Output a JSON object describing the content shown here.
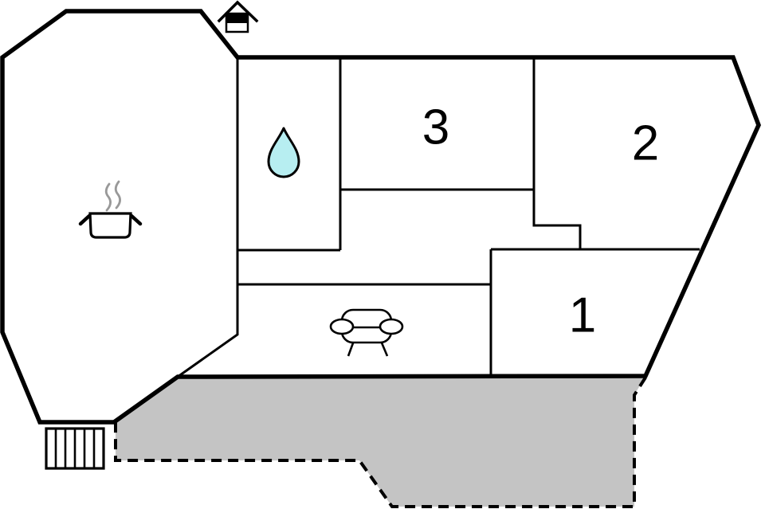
{
  "floorplan": {
    "title": "holiday-home-floor-plan",
    "rooms": {
      "bedroom_1": {
        "label": "1"
      },
      "bedroom_2": {
        "label": "2"
      },
      "bedroom_3": {
        "label": "3"
      },
      "kitchen": {
        "icon": "cooking-pot-icon"
      },
      "bathroom": {
        "icon": "water-drop-icon"
      },
      "living_room": {
        "icon": "sofa-icon"
      }
    },
    "features": {
      "sauna": {
        "icon": "sauna-house-icon"
      },
      "stairs": {
        "icon": "stairs-icon"
      },
      "terrace": {
        "style": "gray-area-dashed-border"
      }
    },
    "colors": {
      "wall": "#000000",
      "terrace": "#c4c4c4",
      "water_drop": "#b7eef1",
      "steam": "#999999",
      "background": "#ffffff"
    }
  }
}
